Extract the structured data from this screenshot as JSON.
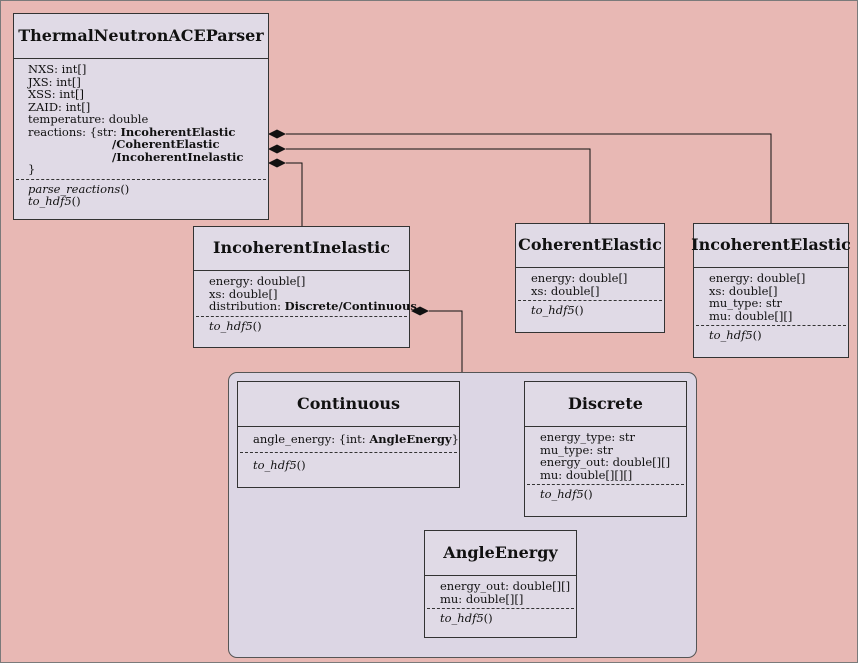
{
  "classes": {
    "parser": {
      "name": "ThermalNeutronACEParser",
      "attrs": {
        "nxs": "NXS:  int[]",
        "jxs": "JXS:  int[]",
        "xss": "XSS:  int[]",
        "zaid": "ZAID: int[]",
        "temperature": "temperature:  double",
        "reactions_prefix": "reactions:  {str: ",
        "reaction_1": "IncoherentElastic",
        "reaction_2": "/CoherentElastic",
        "reaction_3": "/IncoherentInelastic",
        "close": "}"
      },
      "ops": {
        "op1_name": "parse_reactions",
        "op1_paren": "()",
        "op2_name": "to_hdf5",
        "op2_paren": "()"
      }
    },
    "incoherent_inelastic": {
      "name": "IncoherentInelastic",
      "attrs": {
        "energy": "energy:  double[]",
        "xs": "xs:  double[]",
        "distribution_prefix": "distribution: ",
        "distribution_type": "Discrete/Continuous"
      },
      "ops": {
        "op1_name": "to_hdf5",
        "op1_paren": "()"
      }
    },
    "coherent_elastic": {
      "name": "CoherentElastic",
      "attrs": {
        "energy": "energy:  double[]",
        "xs": "xs:  double[]"
      },
      "ops": {
        "op1_name": "to_hdf5",
        "op1_paren": "()"
      }
    },
    "incoherent_elastic": {
      "name": "IncoherentElastic",
      "attrs": {
        "energy": "energy:  double[]",
        "xs": "xs:  double[]",
        "mu_type": "mu_type: str",
        "mu": "mu:  double[][]"
      },
      "ops": {
        "op1_name": "to_hdf5",
        "op1_paren": "()"
      }
    },
    "continuous": {
      "name": "Continuous",
      "attrs": {
        "angle_energy_prefix": "angle_energy:  {int:  ",
        "angle_energy_type": "AngleEnergy",
        "close": "}"
      },
      "ops": {
        "op1_name": "to_hdf5",
        "op1_paren": "()"
      }
    },
    "discrete": {
      "name": "Discrete",
      "attrs": {
        "energy_type": "energy_type:  str",
        "mu_type": "mu_type:  str",
        "energy_out": "energy_out:  double[][]",
        "mu": "mu:  double[][][]"
      },
      "ops": {
        "op1_name": "to_hdf5",
        "op1_paren": "()"
      }
    },
    "angle_energy": {
      "name": "AngleEnergy",
      "attrs": {
        "energy_out": "energy_out:  double[][]",
        "mu": "mu: double[][]"
      },
      "ops": {
        "op1_name": "to_hdf5",
        "op1_paren": "()"
      }
    }
  },
  "colors": {
    "background": "#e8b8b4",
    "class_fill": "#e0dae6",
    "group_fill": "#dcd6e4",
    "line": "#111111"
  }
}
